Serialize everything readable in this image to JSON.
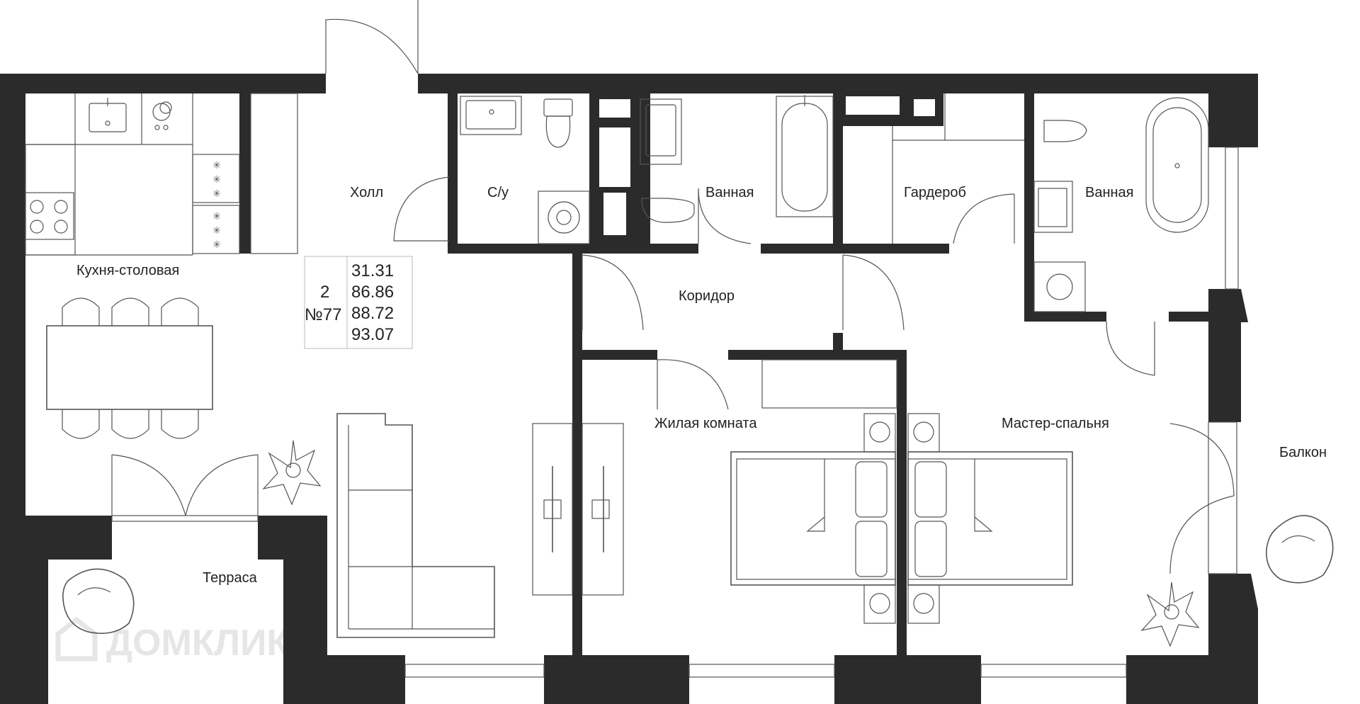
{
  "rooms": {
    "kitchen": "Кухня-столовая",
    "hall": "Холл",
    "wc": "С/у",
    "bath1": "Ванная",
    "wardrobe": "Гардероб",
    "bath2": "Ванная",
    "corridor": "Коридор",
    "living": "Жилая комната",
    "master": "Мастер-спальня",
    "balcony": "Балкон",
    "terrace": "Терраса"
  },
  "info": {
    "rooms_count": "2",
    "apartment_no": "№77",
    "areas": [
      "31.31",
      "86.86",
      "88.72",
      "93.07"
    ]
  },
  "watermark": "ДОМКЛИК",
  "colors": {
    "wall": "#2b2b2b",
    "line": "#555555",
    "watermark": "#e6e6e6"
  }
}
